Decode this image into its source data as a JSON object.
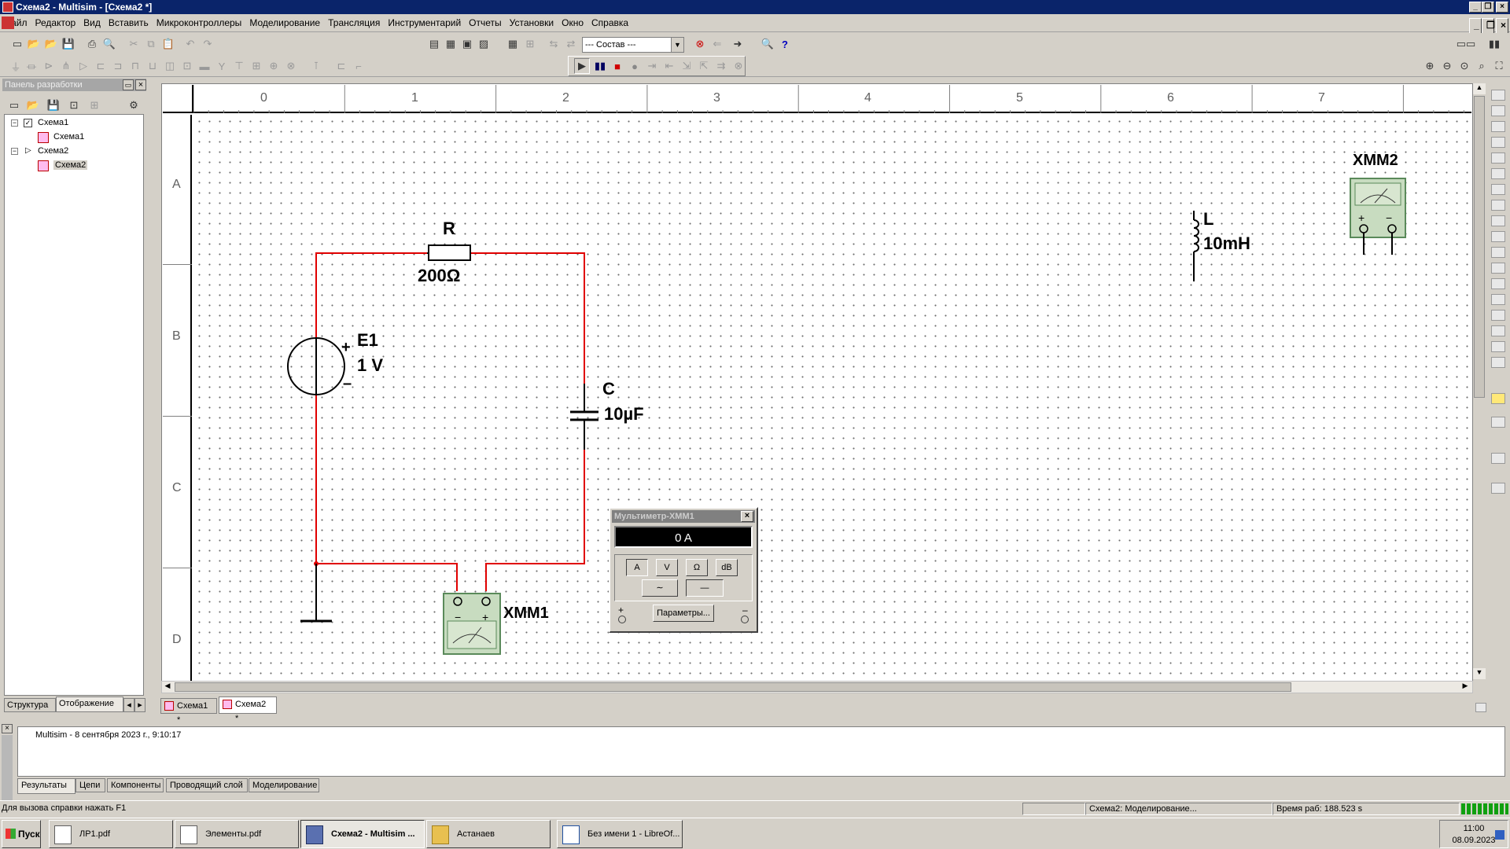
{
  "window": {
    "title": "Схема2 - Multisim - [Схема2 *]"
  },
  "menu": [
    "Файл",
    "Редактор",
    "Вид",
    "Вставить",
    "Микроконтроллеры",
    "Моделирование",
    "Трансляция",
    "Инструментарий",
    "Отчеты",
    "Установки",
    "Окно",
    "Справка"
  ],
  "toolbar": {
    "combo_value": "--- Состав ---",
    "help_icon": "?"
  },
  "panel": {
    "title": "Панель разработки",
    "tree": [
      {
        "label": "Схема1",
        "level": 0
      },
      {
        "label": "Схема1",
        "level": 1
      },
      {
        "label": "Схема2",
        "level": 0
      },
      {
        "label": "Схема2",
        "level": 1
      }
    ],
    "tabs": [
      "Структура",
      "Отображение"
    ]
  },
  "ruler": {
    "columns": [
      "0",
      "1",
      "2",
      "3",
      "4",
      "5",
      "6",
      "7"
    ],
    "rows": [
      "A",
      "B",
      "C",
      "D"
    ]
  },
  "schematic": {
    "resistor": {
      "name": "R",
      "value": "200Ω"
    },
    "source": {
      "name": "E1",
      "value": "1 V",
      "plus": "+",
      "minus": "–"
    },
    "capacitor": {
      "name": "C",
      "value": "10µF"
    },
    "inductor": {
      "name": "L",
      "value": "10mH"
    },
    "meter1": {
      "name": "XMM1"
    },
    "meter2": {
      "name": "XMM2"
    },
    "wire_color": "#e00000"
  },
  "multimeter_window": {
    "title": "Мультиметр-XMM1",
    "display": "0 A",
    "modes": [
      "A",
      "V",
      "Ω",
      "dB"
    ],
    "settings_button": "Параметры...",
    "plus": "+",
    "minus": "–"
  },
  "sheet_tabs": [
    "Схема1 *",
    "Схема2 *"
  ],
  "results": {
    "log": "Multisim  -  8 сентября 2023 г., 9:10:17",
    "tabs": [
      "Результаты",
      "Цепи",
      "Компоненты",
      "Проводящий слой",
      "Моделирование"
    ]
  },
  "status": {
    "help": "Для вызова справки нажать F1",
    "sim": "Схема2: Моделирование...",
    "time": "Время раб: 188.523 s"
  },
  "taskbar": {
    "start": "Пуск",
    "tasks": [
      "ЛР1.pdf",
      "Элементы.pdf",
      "Схема2 - Multisim ...",
      "Астанаев",
      "Без имени 1 - LibreOf..."
    ],
    "clock_time": "11:00",
    "clock_date": "08.09.2023"
  }
}
